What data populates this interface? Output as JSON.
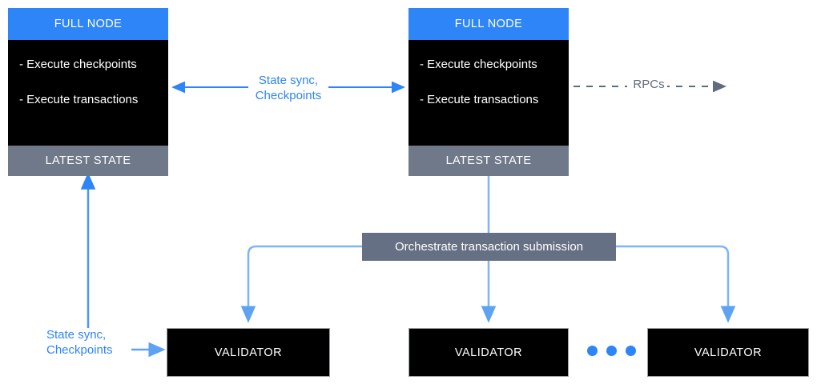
{
  "diagram": {
    "title": "Sui full node and validator network topology",
    "colors": {
      "accent_blue": "#2d85f7",
      "connector_blue": "#7fb4f5",
      "slate_gray": "#667084",
      "footer_gray": "#70798a",
      "node_black": "#000000",
      "background": "#ffffff"
    }
  },
  "full_nodes": [
    {
      "header": "FULL NODE",
      "bullets": [
        "- Execute checkpoints",
        "- Execute transactions"
      ],
      "footer": "LATEST STATE"
    },
    {
      "header": "FULL NODE",
      "bullets": [
        "- Execute checkpoints",
        "- Execute transactions"
      ],
      "footer": "LATEST STATE"
    }
  ],
  "orchestrator": {
    "label": "Orchestrate transaction submission"
  },
  "validators": [
    {
      "label": "VALIDATOR"
    },
    {
      "label": "VALIDATOR"
    },
    {
      "label": "VALIDATOR"
    }
  ],
  "edges": {
    "state_sync_top": "State sync,\nCheckpoints",
    "rpcs": "RPCs",
    "state_sync_bottom": "State sync,\nCheckpoints"
  },
  "ellipsis": {
    "dot_count": 3
  }
}
